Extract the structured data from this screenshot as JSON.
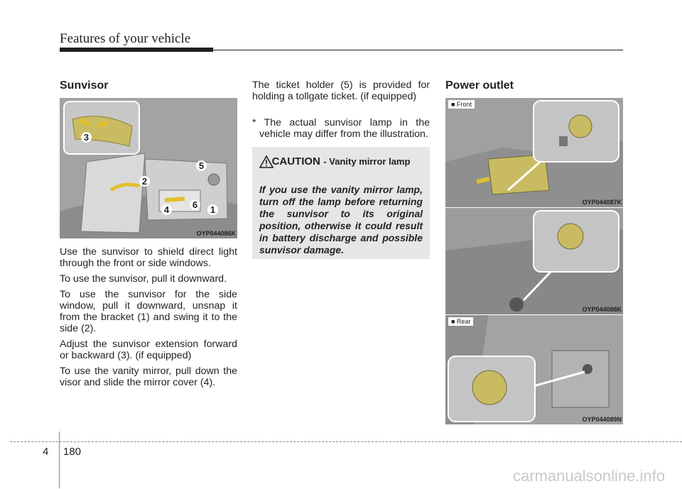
{
  "header": {
    "title": "Features of your vehicle"
  },
  "sunvisor": {
    "title": "Sunvisor",
    "figure_code": "OYP044086K",
    "callouts": [
      "1",
      "2",
      "3",
      "4",
      "5",
      "6"
    ],
    "paragraphs": [
      "Use the sunvisor to shield direct light through the front or side windows.",
      "To use the sunvisor, pull it downward.",
      "To use the sunvisor for the side window, pull it downward, unsnap it from the bracket (1) and swing it to the side (2).",
      "Adjust the sunvisor extension forward or backward (3). (if equipped)",
      "To use the vanity mirror, pull down the visor and slide the mirror cover (4)."
    ]
  },
  "middle": {
    "ticket_text": "The ticket holder (5) is provided for holding a tollgate ticket. (if equipped)",
    "note_text": "* The actual sunvisor lamp in the vehicle may differ from the illustration.",
    "caution": {
      "word": "CAUTION",
      "subtitle": "- Vanity mirror lamp",
      "body": "If you use the vanity mirror lamp, turn off the lamp before returning the sunvisor to its original position, otherwise it could result in battery discharge and possible sunvisor damage."
    }
  },
  "power_outlet": {
    "title": "Power outlet",
    "figures": [
      {
        "tag": "■ Front",
        "code": "OYP044087K"
      },
      {
        "tag": "",
        "code": "OYP044088K"
      },
      {
        "tag": "■ Rear",
        "code": "OYP044089N"
      }
    ]
  },
  "footer": {
    "section": "4",
    "page": "180"
  },
  "watermark": "carmanualsonline.info"
}
